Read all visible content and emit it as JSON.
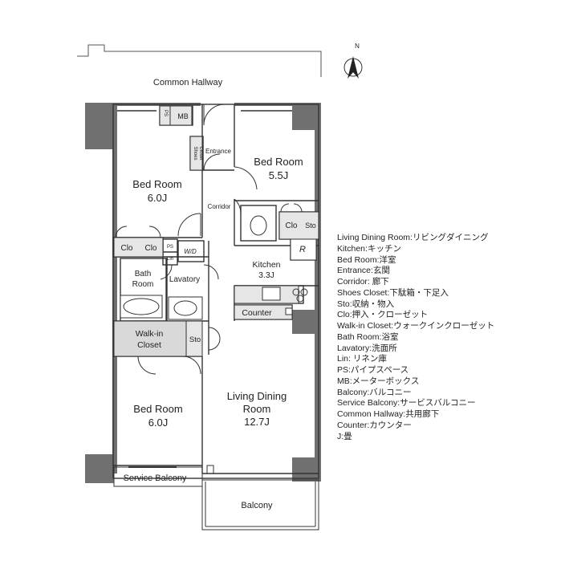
{
  "labels": {
    "common_hallway": "Common Hallway",
    "mb": "MB",
    "ps": "PS",
    "shoes_closet_line1": "Shoes",
    "shoes_closet_line2": "Closet",
    "entrance": "Entrance",
    "bed_room_nw_name": "Bed Room",
    "bed_room_nw_size": "6.0J",
    "bed_room_ne_name": "Bed Room",
    "bed_room_ne_size": "5.5J",
    "corridor": "Corridor",
    "clo": "Clo",
    "sto": "Sto",
    "wd": "W/D",
    "lin": "Lin",
    "r": "R",
    "kitchen_name": "Kitchen",
    "kitchen_size": "3.3J",
    "bath_line1": "Bath",
    "bath_line2": "Room",
    "lavatory": "Lavatory",
    "counter": "Counter",
    "walkin_line1": "Walk-in",
    "walkin_line2": "Closet",
    "bed_room_sw_name": "Bed Room",
    "bed_room_sw_size": "6.0J",
    "ldk_line1": "Living Dining",
    "ldk_line2": "Room",
    "ldk_size": "12.7J",
    "service_balcony": "Service Balcony",
    "balcony": "Balcony",
    "north": "N"
  },
  "legend": [
    "Living Dining Room:リビングダイニング",
    "Kitchen:キッチン",
    "Bed Room:洋室",
    "Entrance:玄関",
    "Corridor: 廊下",
    "Shoes Closet:下駄箱・下足入",
    "Sto:収納・物入",
    "Clo:押入・クローゼット",
    "Walk-in Closet:ウォークインクローゼット",
    "Bath Room:浴室",
    "Lavatory:洗面所",
    "Lin: リネン庫",
    "PS:パイプスペース",
    "MB:メーターボックス",
    "Balcony:バルコニー",
    "Service Balcony:サービスバルコニー",
    "Common Hallway:共用廊下",
    "Counter:カウンター",
    "J:畳"
  ],
  "colors": {
    "wall": "#6f6f6f",
    "line": "#333333",
    "fill": "#e6e6e6",
    "closet": "#d9d9d9"
  }
}
